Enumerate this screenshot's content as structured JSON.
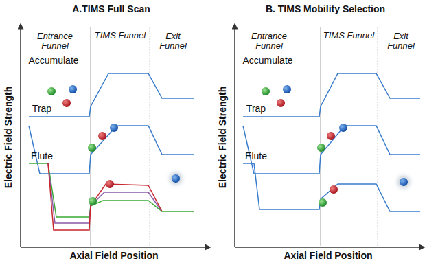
{
  "diagram": {
    "labels": [
      "A.TIMS Full Scan",
      "Entrance Funnel",
      "TIMS Funnel",
      "Exit Funnel",
      "Accumulate",
      "Trap",
      "Elute",
      "Electric Field Strength",
      "Axial Field Position",
      "B. TIMS Mobility Selection",
      "Entrance Funnel",
      "TIMS Funnel",
      "Exit Funnel",
      "Accumulate",
      "Trap",
      "Elute",
      "Electric Field Strength",
      "Axial Field Position"
    ]
  }
}
